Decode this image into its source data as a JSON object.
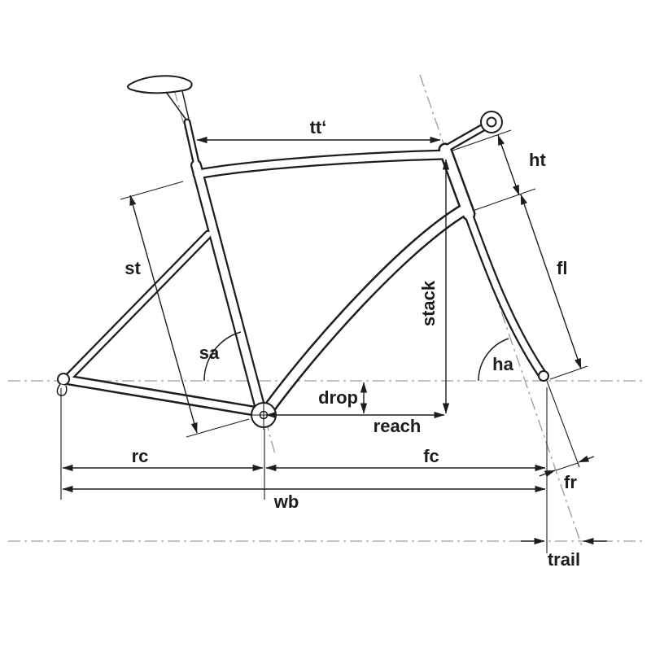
{
  "diagram": {
    "type": "bike-frame-geometry",
    "background": "#ffffff",
    "line_color": "#1d1d1b",
    "centerline_color": "#9a9a98",
    "labels": {
      "tt": "tt‘",
      "ht": "ht",
      "st": "st",
      "fl": "fl",
      "stack": "stack",
      "sa": "sa",
      "ha": "ha",
      "drop": "drop",
      "reach": "reach",
      "rc": "rc",
      "fc": "fc",
      "wb": "wb",
      "fr": "fr",
      "trail": "trail"
    }
  }
}
